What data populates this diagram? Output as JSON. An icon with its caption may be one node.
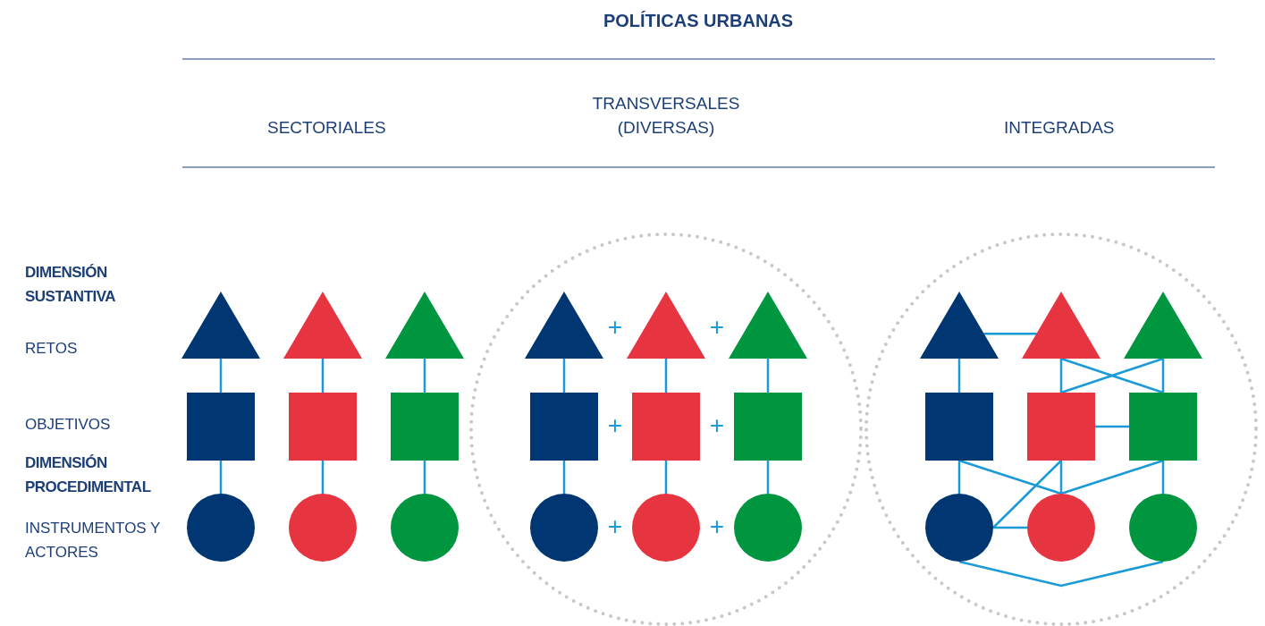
{
  "diagram": {
    "title": "POLÍTICAS URBANAS",
    "nodes": [
      {
        "text": [],
        "shape": "triangle"
      },
      {
        "text": [],
        "shape": "triangle"
      },
      {
        "text": [],
        "shape": "triangle"
      },
      {
        "text": [],
        "shape": "box"
      },
      {
        "text": [],
        "shape": "box"
      },
      {
        "text": [],
        "shape": "box"
      },
      {
        "text": [],
        "shape": "circle"
      },
      {
        "text": [],
        "shape": "circle"
      },
      {
        "text": [],
        "shape": "circle"
      },
      {
        "text": [],
        "shape": "triangle"
      },
      {
        "text": [],
        "shape": "triangle"
      },
      {
        "text": [],
        "shape": "triangle"
      },
      {
        "text": [],
        "shape": "box"
      },
      {
        "text": [],
        "shape": "box"
      },
      {
        "text": [],
        "shape": "box"
      },
      {
        "text": [],
        "shape": "circle"
      },
      {
        "text": [],
        "shape": "circle"
      },
      {
        "text": [],
        "shape": "circle"
      },
      {
        "text": [],
        "shape": "triangle"
      },
      {
        "text": [],
        "shape": "triangle"
      },
      {
        "text": [],
        "shape": "triangle"
      },
      {
        "text": [],
        "shape": "box"
      },
      {
        "text": [],
        "shape": "box"
      },
      {
        "text": [],
        "shape": "box"
      },
      {
        "text": [],
        "shape": "circle"
      },
      {
        "text": [],
        "shape": "circle"
      },
      {
        "text": [],
        "shape": "circle"
      }
    ],
    "edges": [
      {
        "from": 0,
        "to": 3,
        "arrow": "none"
      },
      {
        "from": 1,
        "to": 4,
        "arrow": "none"
      },
      {
        "from": 2,
        "to": 5,
        "arrow": "none"
      },
      {
        "from": 3,
        "to": 6,
        "arrow": "none"
      },
      {
        "from": 4,
        "to": 7,
        "arrow": "none"
      },
      {
        "from": 5,
        "to": 8,
        "arrow": "none"
      },
      {
        "from": 9,
        "to": 12,
        "arrow": "none"
      },
      {
        "from": 10,
        "to": 13,
        "arrow": "none"
      },
      {
        "from": 11,
        "to": 14,
        "arrow": "none"
      },
      {
        "from": 12,
        "to": 15,
        "arrow": "none"
      },
      {
        "from": 13,
        "to": 16,
        "arrow": "none"
      },
      {
        "from": 14,
        "to": 17,
        "arrow": "none"
      },
      {
        "from": 18,
        "to": 19,
        "arrow": "none"
      },
      {
        "from": 18,
        "to": 21,
        "arrow": "none"
      },
      {
        "from": 19,
        "to": 22,
        "arrow": "none"
      },
      {
        "from": 19,
        "to": 23,
        "arrow": "none"
      },
      {
        "from": 20,
        "to": 22,
        "arrow": "none"
      },
      {
        "from": 20,
        "to": 23,
        "arrow": "none"
      },
      {
        "from": 22,
        "to": 23,
        "arrow": "none"
      },
      {
        "from": 21,
        "to": 24,
        "arrow": "none"
      },
      {
        "from": 21,
        "to": 25,
        "arrow": "none"
      },
      {
        "from": 22,
        "to": 24,
        "arrow": "none"
      },
      {
        "from": 22,
        "to": 25,
        "arrow": "none"
      },
      {
        "from": 23,
        "to": 25,
        "arrow": "none"
      },
      {
        "from": 23,
        "to": 26,
        "arrow": "none"
      },
      {
        "from": 24,
        "to": 25,
        "arrow": "none"
      },
      {
        "from": 24,
        "to": 26,
        "arrow": "none"
      }
    ],
    "labels": [
      "SECTORIALES",
      "TRANSVERSALES (DIVERSAS)",
      "INTEGRADAS",
      "DIMENSIÓN SUSTANTIVA",
      "RETOS",
      "+",
      "+",
      "OBJETIVOS",
      "+",
      "+",
      "DIMENSIÓN PROCEDIMENTAL",
      "INSTRUMENTOS Y ACTORES",
      "+",
      "+"
    ]
  }
}
